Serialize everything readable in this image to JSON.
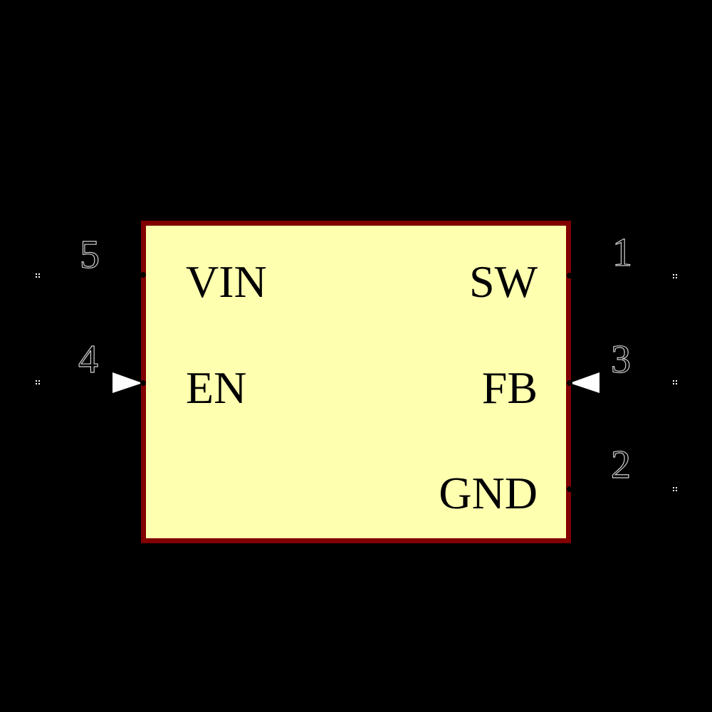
{
  "component": {
    "fill_color": "#FFFFB0",
    "border_color": "#800000",
    "background_color": "#000000"
  },
  "pins": [
    {
      "number": "5",
      "name": "VIN",
      "side": "left",
      "type": "power"
    },
    {
      "number": "4",
      "name": "EN",
      "side": "left",
      "type": "input"
    },
    {
      "number": "1",
      "name": "SW",
      "side": "right",
      "type": "output"
    },
    {
      "number": "3",
      "name": "FB",
      "side": "right",
      "type": "input"
    },
    {
      "number": "2",
      "name": "GND",
      "side": "right",
      "type": "power"
    }
  ]
}
